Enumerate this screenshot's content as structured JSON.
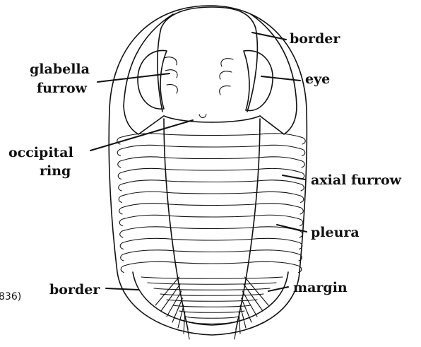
{
  "labels": {
    "border_top": "border",
    "glabella_furrow_line1": "glabella",
    "glabella_furrow_line2": "furrow",
    "eye": "eye",
    "occipital_ring_line1": "occipital",
    "occipital_ring_line2": "ring",
    "axial_furrow": "axial furrow",
    "pleura": "pleura",
    "border_bottom": "border",
    "margin": "margin",
    "cut_off_text": "836)"
  }
}
